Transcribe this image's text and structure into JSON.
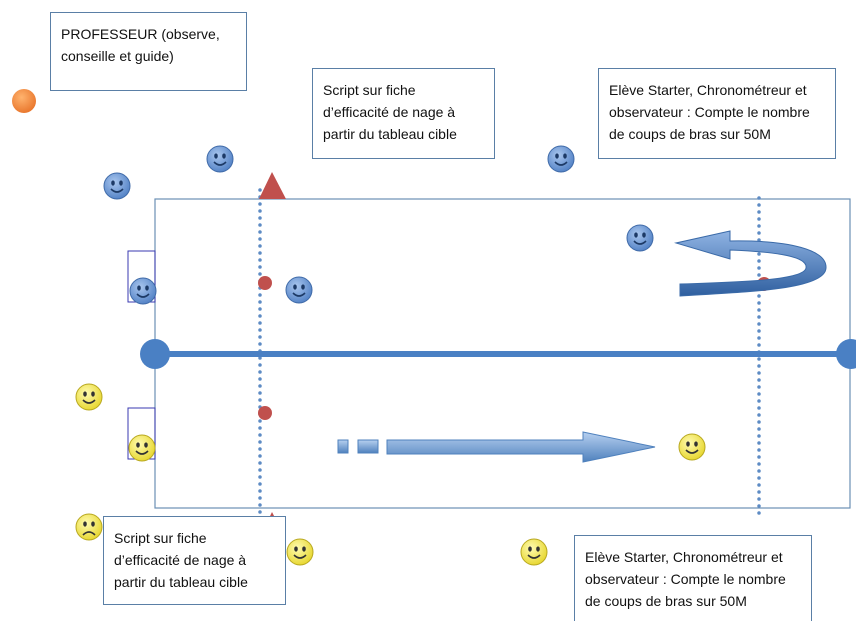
{
  "boxes": {
    "professeur": "PROFESSEUR (observe, conseille et guide)",
    "script_top": "Script sur fiche d’efficacité de nage à partir du tableau cible",
    "eleve_top": "Elève Starter, Chronométreur et observateur : Compte le nombre de coups de bras sur 50M",
    "script_bottom": "Script sur fiche d’efficacité de nage à partir du tableau cible",
    "eleve_bottom": "Elève Starter, Chronométreur et observateur : Compte le nombre de coups de bras sur 50M"
  },
  "colors": {
    "pool_border": "#6b8fb5",
    "lane_rope": "#4a80c4",
    "dotted_line": "#5d8bc4",
    "marker_red": "#c0504d",
    "arrow_blue": "#4f81bd",
    "smiley_blue": "#6f9ad6",
    "smiley_yellow": "#f4ec5a",
    "teacher_orange": "#f08a3c"
  },
  "icons": [
    "smiley-blue-icon",
    "smiley-yellow-icon",
    "sad-face-icon",
    "triangle-marker-icon",
    "circle-marker-icon"
  ]
}
